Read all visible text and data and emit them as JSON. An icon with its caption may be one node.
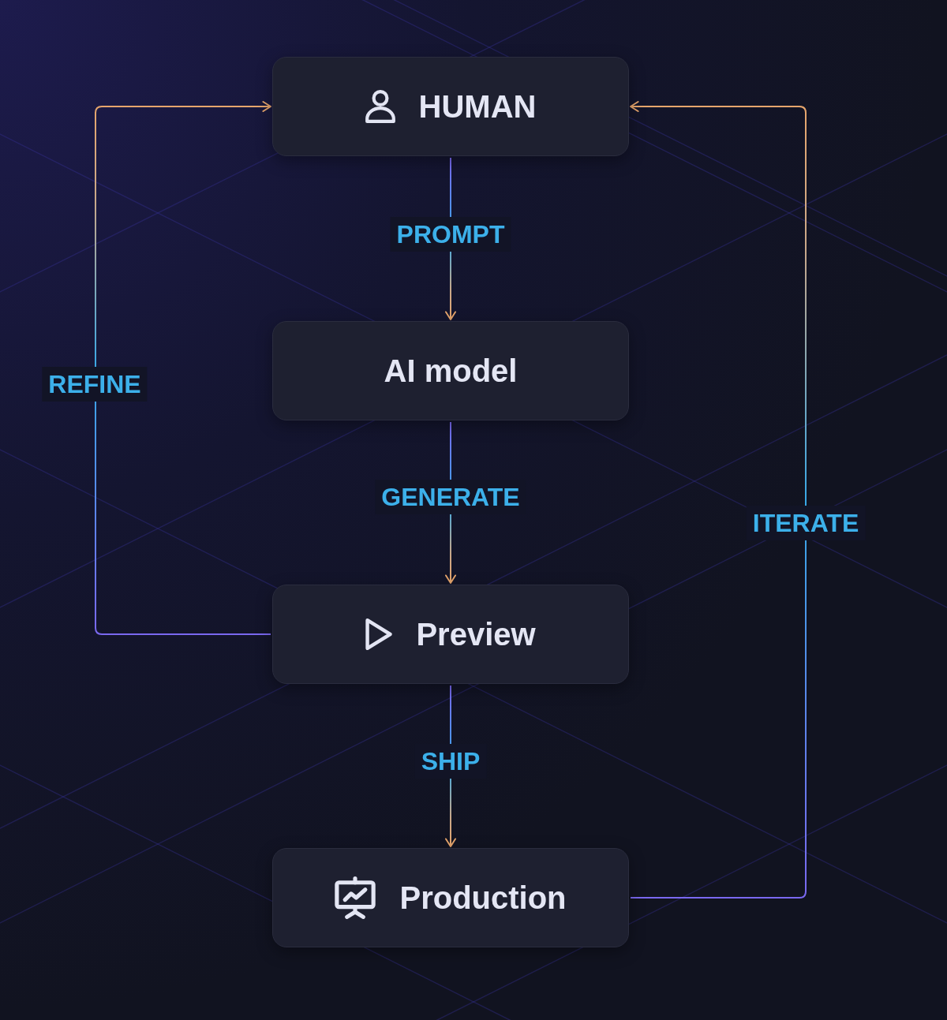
{
  "diagram": {
    "nodes": [
      {
        "text": [
          "HUMAN"
        ]
      },
      {
        "text": [
          "AI model"
        ]
      },
      {
        "text": [
          "Preview"
        ]
      },
      {
        "text": [
          "Production"
        ]
      }
    ],
    "edges": [
      {
        "from": 0,
        "to": 1,
        "arrow": "to",
        "label": "PROMPT"
      },
      {
        "from": 1,
        "to": 2,
        "arrow": "to",
        "label": "GENERATE"
      },
      {
        "from": 2,
        "to": 3,
        "arrow": "to",
        "label": "SHIP"
      },
      {
        "from": 2,
        "to": 0,
        "arrow": "to",
        "label": "REFINE"
      },
      {
        "from": 3,
        "to": 0,
        "arrow": "to",
        "label": "ITERATE"
      }
    ]
  }
}
